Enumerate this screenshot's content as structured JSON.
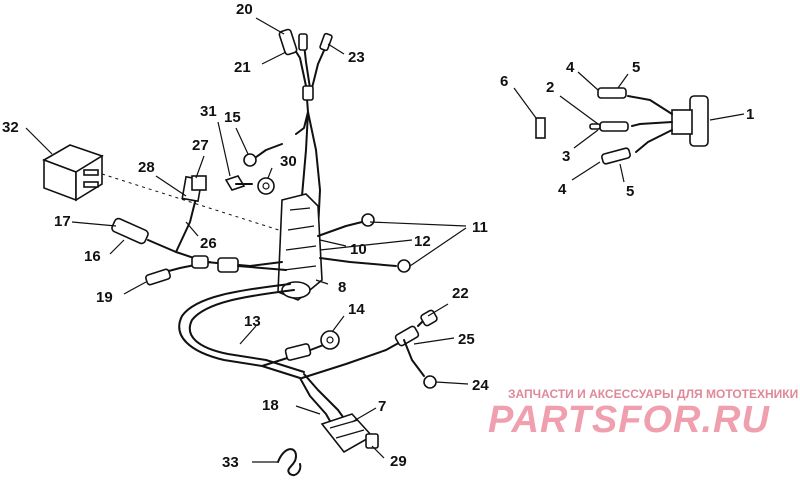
{
  "callouts": [
    {
      "id": "c1",
      "text": "1"
    },
    {
      "id": "c2",
      "text": "2"
    },
    {
      "id": "c3",
      "text": "3"
    },
    {
      "id": "c4a",
      "text": "4"
    },
    {
      "id": "c4b",
      "text": "4"
    },
    {
      "id": "c5a",
      "text": "5"
    },
    {
      "id": "c5b",
      "text": "5"
    },
    {
      "id": "c6",
      "text": "6"
    },
    {
      "id": "c7",
      "text": "7"
    },
    {
      "id": "c8",
      "text": "8"
    },
    {
      "id": "c10",
      "text": "10"
    },
    {
      "id": "c11",
      "text": "11"
    },
    {
      "id": "c12",
      "text": "12"
    },
    {
      "id": "c13",
      "text": "13"
    },
    {
      "id": "c14",
      "text": "14"
    },
    {
      "id": "c15",
      "text": "15"
    },
    {
      "id": "c16",
      "text": "16"
    },
    {
      "id": "c17",
      "text": "17"
    },
    {
      "id": "c18",
      "text": "18"
    },
    {
      "id": "c19",
      "text": "19"
    },
    {
      "id": "c20",
      "text": "20"
    },
    {
      "id": "c21",
      "text": "21"
    },
    {
      "id": "c22",
      "text": "22"
    },
    {
      "id": "c23",
      "text": "23"
    },
    {
      "id": "c24",
      "text": "24"
    },
    {
      "id": "c25",
      "text": "25"
    },
    {
      "id": "c26",
      "text": "26"
    },
    {
      "id": "c27",
      "text": "27"
    },
    {
      "id": "c28",
      "text": "28"
    },
    {
      "id": "c29",
      "text": "29"
    },
    {
      "id": "c30",
      "text": "30"
    },
    {
      "id": "c31",
      "text": "31"
    },
    {
      "id": "c32",
      "text": "32"
    },
    {
      "id": "c33",
      "text": "33"
    }
  ],
  "watermark": {
    "tagline": "ЗАПЧАСТИ И АКСЕССУАРЫ ДЛЯ МОТОТЕХНИКИ",
    "brand": "PARTSFOR.RU"
  },
  "colors": {
    "line": "#111111",
    "background": "#ffffff",
    "watermark": "#ef9fae"
  }
}
